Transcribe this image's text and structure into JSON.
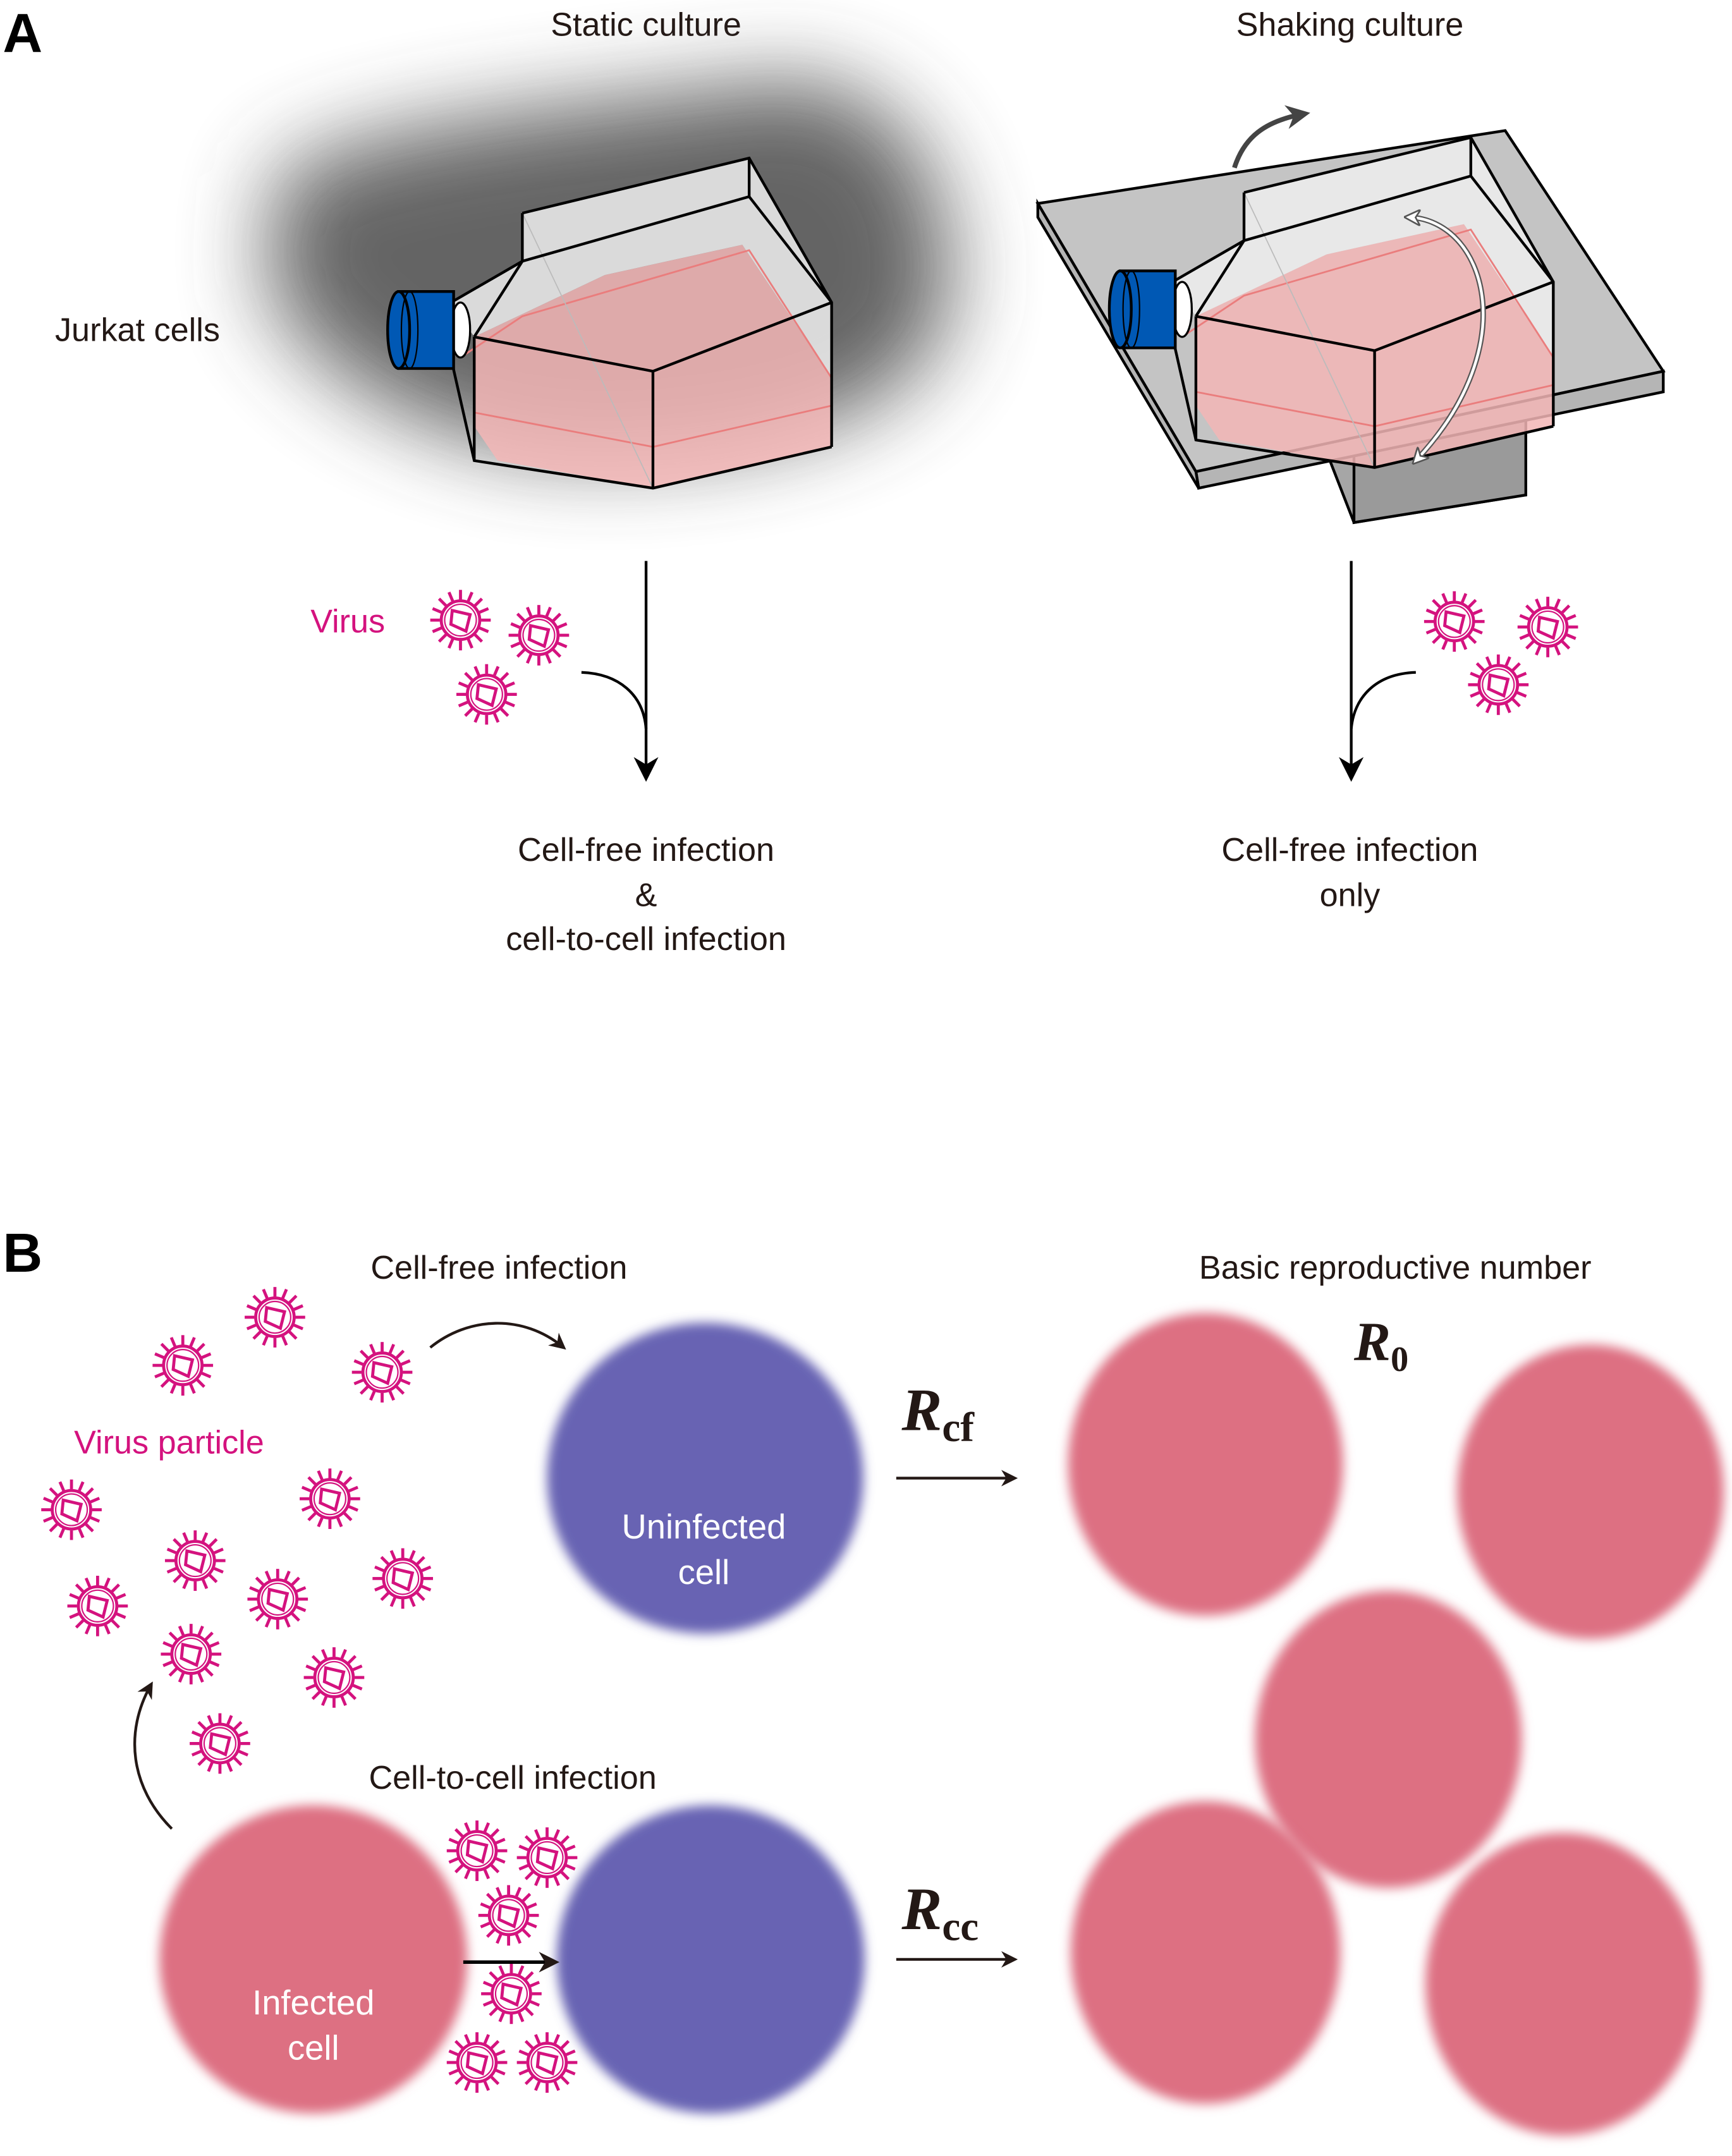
{
  "colors": {
    "virus": "#d4127e",
    "infected_cell": "#dd6f82",
    "uninfected_cell": "#6863b3",
    "flask_cap": "#0058b4",
    "medium": "#f3b6b6",
    "medium_line": "#ea7d7d",
    "platform": "#c4c4c4",
    "text": "#231815"
  },
  "panel_a": {
    "letter": "A",
    "left_title": "Static culture",
    "right_title": "Shaking culture",
    "cells_label": "Jurkat cells",
    "virus_label": "Virus",
    "left_result": [
      "Cell-free infection",
      "&",
      "cell-to-cell infection"
    ],
    "right_result": [
      "Cell-free infection",
      "only"
    ]
  },
  "panel_b": {
    "letter": "B",
    "cell_free_label": "Cell-free infection",
    "cell_to_cell_label": "Cell-to-cell infection",
    "virus_particle_label": "Virus particle",
    "uninfected_label": [
      "Uninfected",
      "cell"
    ],
    "infected_label": [
      "Infected",
      "cell"
    ],
    "r0_caption": "Basic reproductive number",
    "r0": {
      "main": "R",
      "sub": "0"
    },
    "rcf": {
      "main": "R",
      "sub": "cf"
    },
    "rcc": {
      "main": "R",
      "sub": "cc"
    }
  }
}
